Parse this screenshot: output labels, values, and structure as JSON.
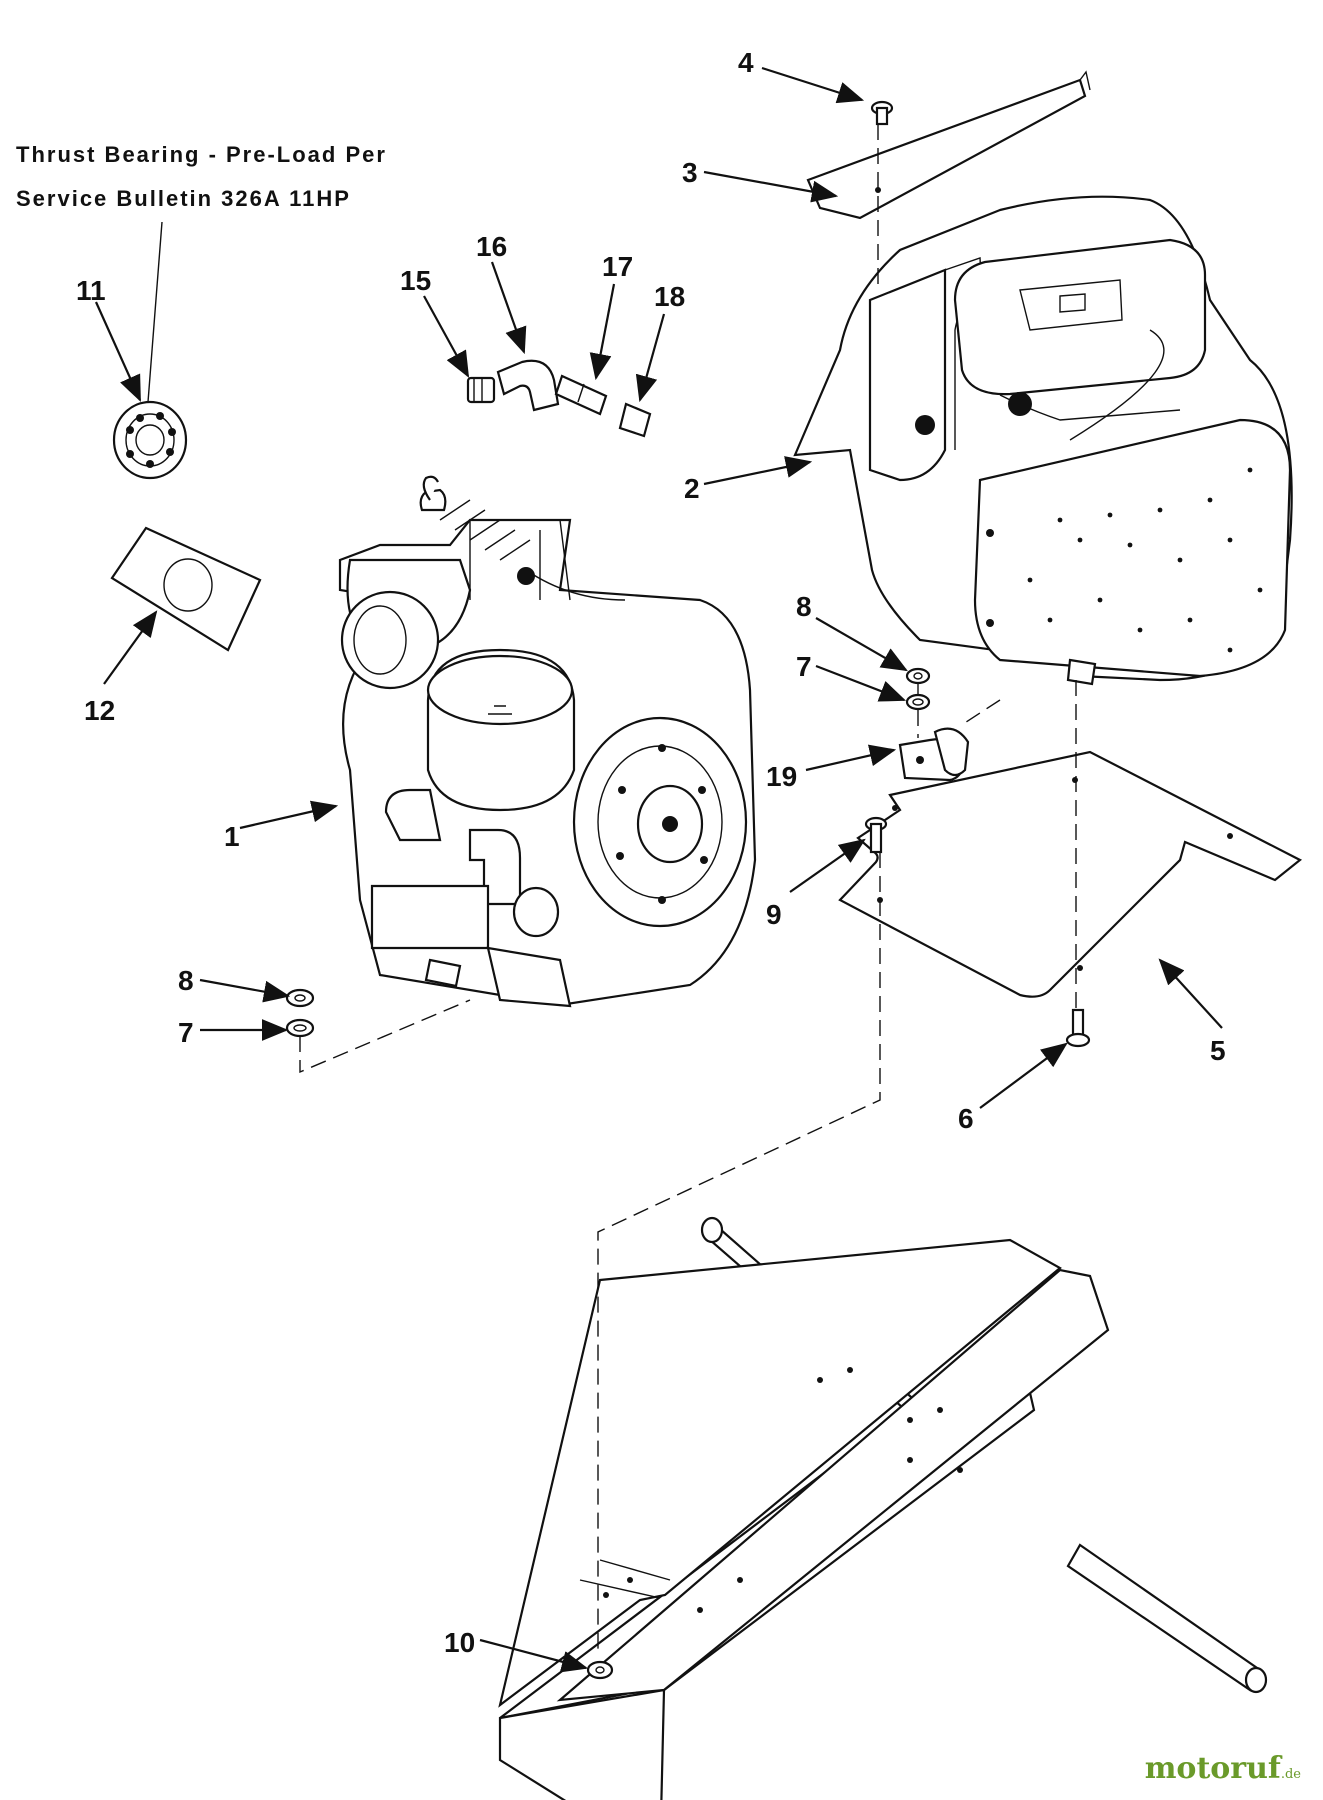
{
  "note": {
    "line1": "Thrust Bearing - Pre-Load Per",
    "line2": "Service Bulletin 326A 11HP"
  },
  "callouts": {
    "c1": "1",
    "c2": "2",
    "c3": "3",
    "c4": "4",
    "c5": "5",
    "c6": "6",
    "c7a": "7",
    "c7b": "7",
    "c8a": "8",
    "c8b": "8",
    "c9": "9",
    "c10": "10",
    "c11": "11",
    "c12": "12",
    "c15": "15",
    "c16": "16",
    "c17": "17",
    "c18": "18",
    "c19": "19"
  },
  "watermark": {
    "brand": "motoruf",
    "tld": ".de"
  }
}
